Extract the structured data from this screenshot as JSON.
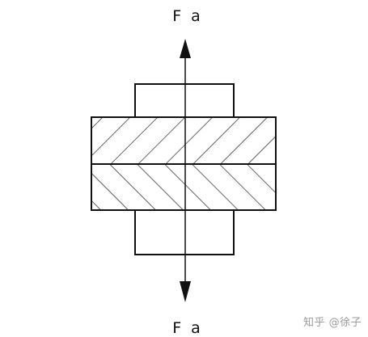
{
  "labels": {
    "top_force": "F a",
    "bottom_force": "F a"
  },
  "watermark": "知乎 @徐子",
  "colors": {
    "line": "#111111",
    "watermark": "#9a9a9a",
    "background": "#ffffff"
  }
}
